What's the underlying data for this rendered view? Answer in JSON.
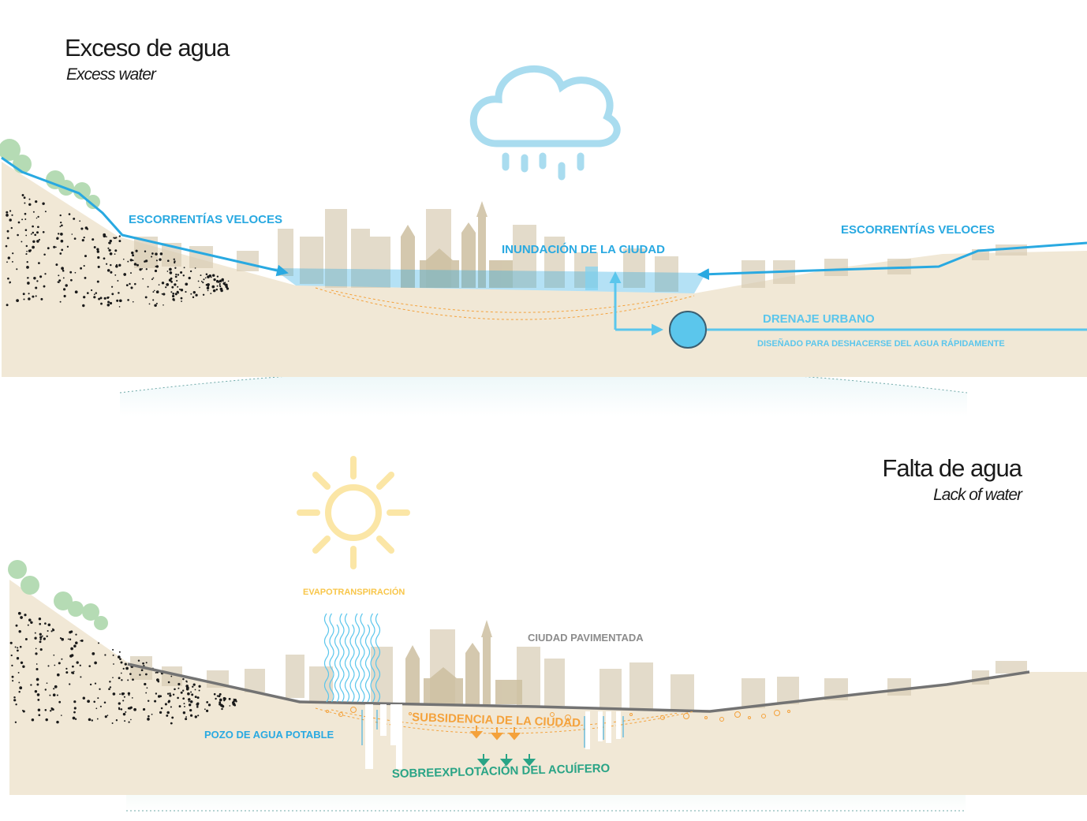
{
  "top_panel": {
    "title": "Exceso de agua",
    "subtitle": "Excess water",
    "label_runoff_left": "ESCORRENTÍAS VELOCES",
    "label_runoff_right": "ESCORRENTÍAS VELOCES",
    "label_flood": "INUNDACIÓN DE LA CIUDAD",
    "label_drainage": "DRENAJE URBANO",
    "label_drainage_note": "DISEÑADO PARA DESHACERSE DEL AGUA RÁPIDAMENTE",
    "icon": "rain-cloud-icon"
  },
  "bottom_panel": {
    "title": "Falta de agua",
    "subtitle": "Lack of water",
    "label_evapo": "EVAPOTRANSPIRACIÓN",
    "label_paved": "CIUDAD PAVIMENTADA",
    "label_well": "POZO DE AGUA POTABLE",
    "label_subsidence": "SUBSIDENCIA DE LA CIUDAD",
    "label_aquifer": "SOBREEXPLOTACIÓN DEL ACUÍFERO",
    "icon": "sun-icon"
  },
  "colors": {
    "ground": "#f1e8d6",
    "water": "#29a9e1",
    "light_blue": "#5bc6ec",
    "cloud": "#a9dcef",
    "sun": "#fbe6a6",
    "orange": "#f4a23c",
    "teal": "#2aa486",
    "gray_road": "#737373",
    "tree": "#b5dbb4",
    "buildings": "#d8ccb4"
  }
}
